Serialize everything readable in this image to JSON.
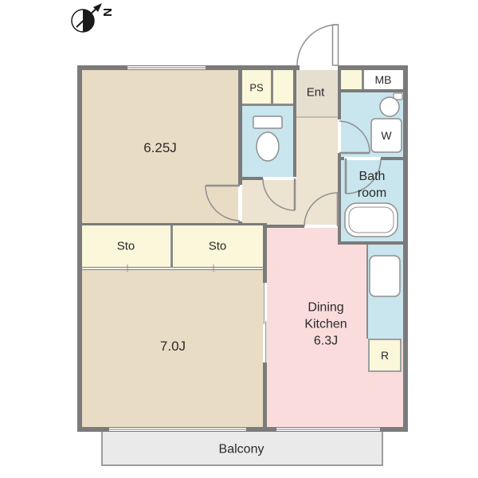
{
  "compass": {
    "north_label": "N"
  },
  "rooms": {
    "bedroom1": {
      "label": "6.25J"
    },
    "bedroom2": {
      "label": "7.0J"
    },
    "dining_kitchen": {
      "name_line1": "Dining",
      "name_line2": "Kitchen",
      "size": "6.3J"
    },
    "bathroom": {
      "label_line1": "Bath",
      "label_line2": "room"
    },
    "entrance": {
      "label": "Ent"
    },
    "pipe_space": {
      "label": "PS"
    },
    "meter_box": {
      "label": "MB"
    },
    "storage_left": {
      "label": "Sto"
    },
    "storage_right": {
      "label": "Sto"
    },
    "washer": {
      "label": "W"
    },
    "refrigerator": {
      "label": "R"
    },
    "balcony": {
      "label": "Balcony"
    }
  },
  "colors": {
    "wall": "#7b7b7b",
    "tatami_room": "#e9dcc4",
    "hallway": "#ece3d1",
    "storage_cream": "#fbf7da",
    "wet_area_blue": "#c9e5ee",
    "dining_pink": "#fadcdc",
    "balcony_gray": "#eaeaea"
  }
}
